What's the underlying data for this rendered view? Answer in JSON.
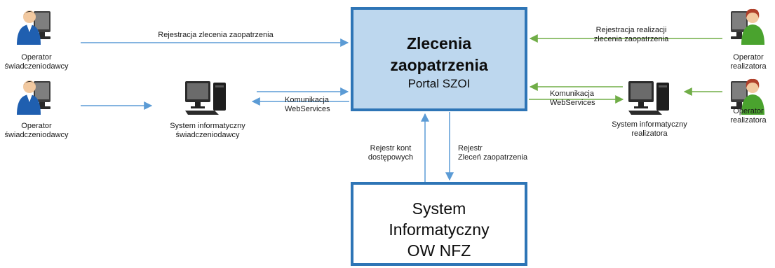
{
  "main_box": {
    "title": "Zlecenia\nzaopatrzenia",
    "subtitle": "Portal SZOI"
  },
  "nfz_box": {
    "title": "System\nInformatyczny\nOW NFZ"
  },
  "actors": {
    "operator_swiad_1": "Operator\nświadczeniodawcy",
    "operator_swiad_2": "Operator\nświadczeniodawcy",
    "operator_real_1": "Operator\nrealizatora",
    "operator_real_2": "Operator\nrealizatora"
  },
  "systems": {
    "system_swiad": "System informatyczny\nświadczeniodawcy",
    "system_real": "System informatyczny\nrealizatora"
  },
  "edges": {
    "rejestracja_zlecenia": "Rejestracja zlecenia zaopatrzenia",
    "rejestracja_realizacji": "Rejestracja realizacji\nzlecenia zaopatrzenia",
    "komunikacja_left": "Komunikacja\nWebServices",
    "komunikacja_right": "Komunikacja\nWebServices",
    "rejestr_kont": "Rejestr kont\ndostępowych",
    "rejestr_zlecen": "Rejestr\nZleceń zaopatrzenia"
  },
  "colors": {
    "blue_arrow": "#5b9bd5",
    "green_arrow": "#70ad47",
    "box_fill": "#bdd7ee",
    "box_border": "#2e75b6"
  }
}
